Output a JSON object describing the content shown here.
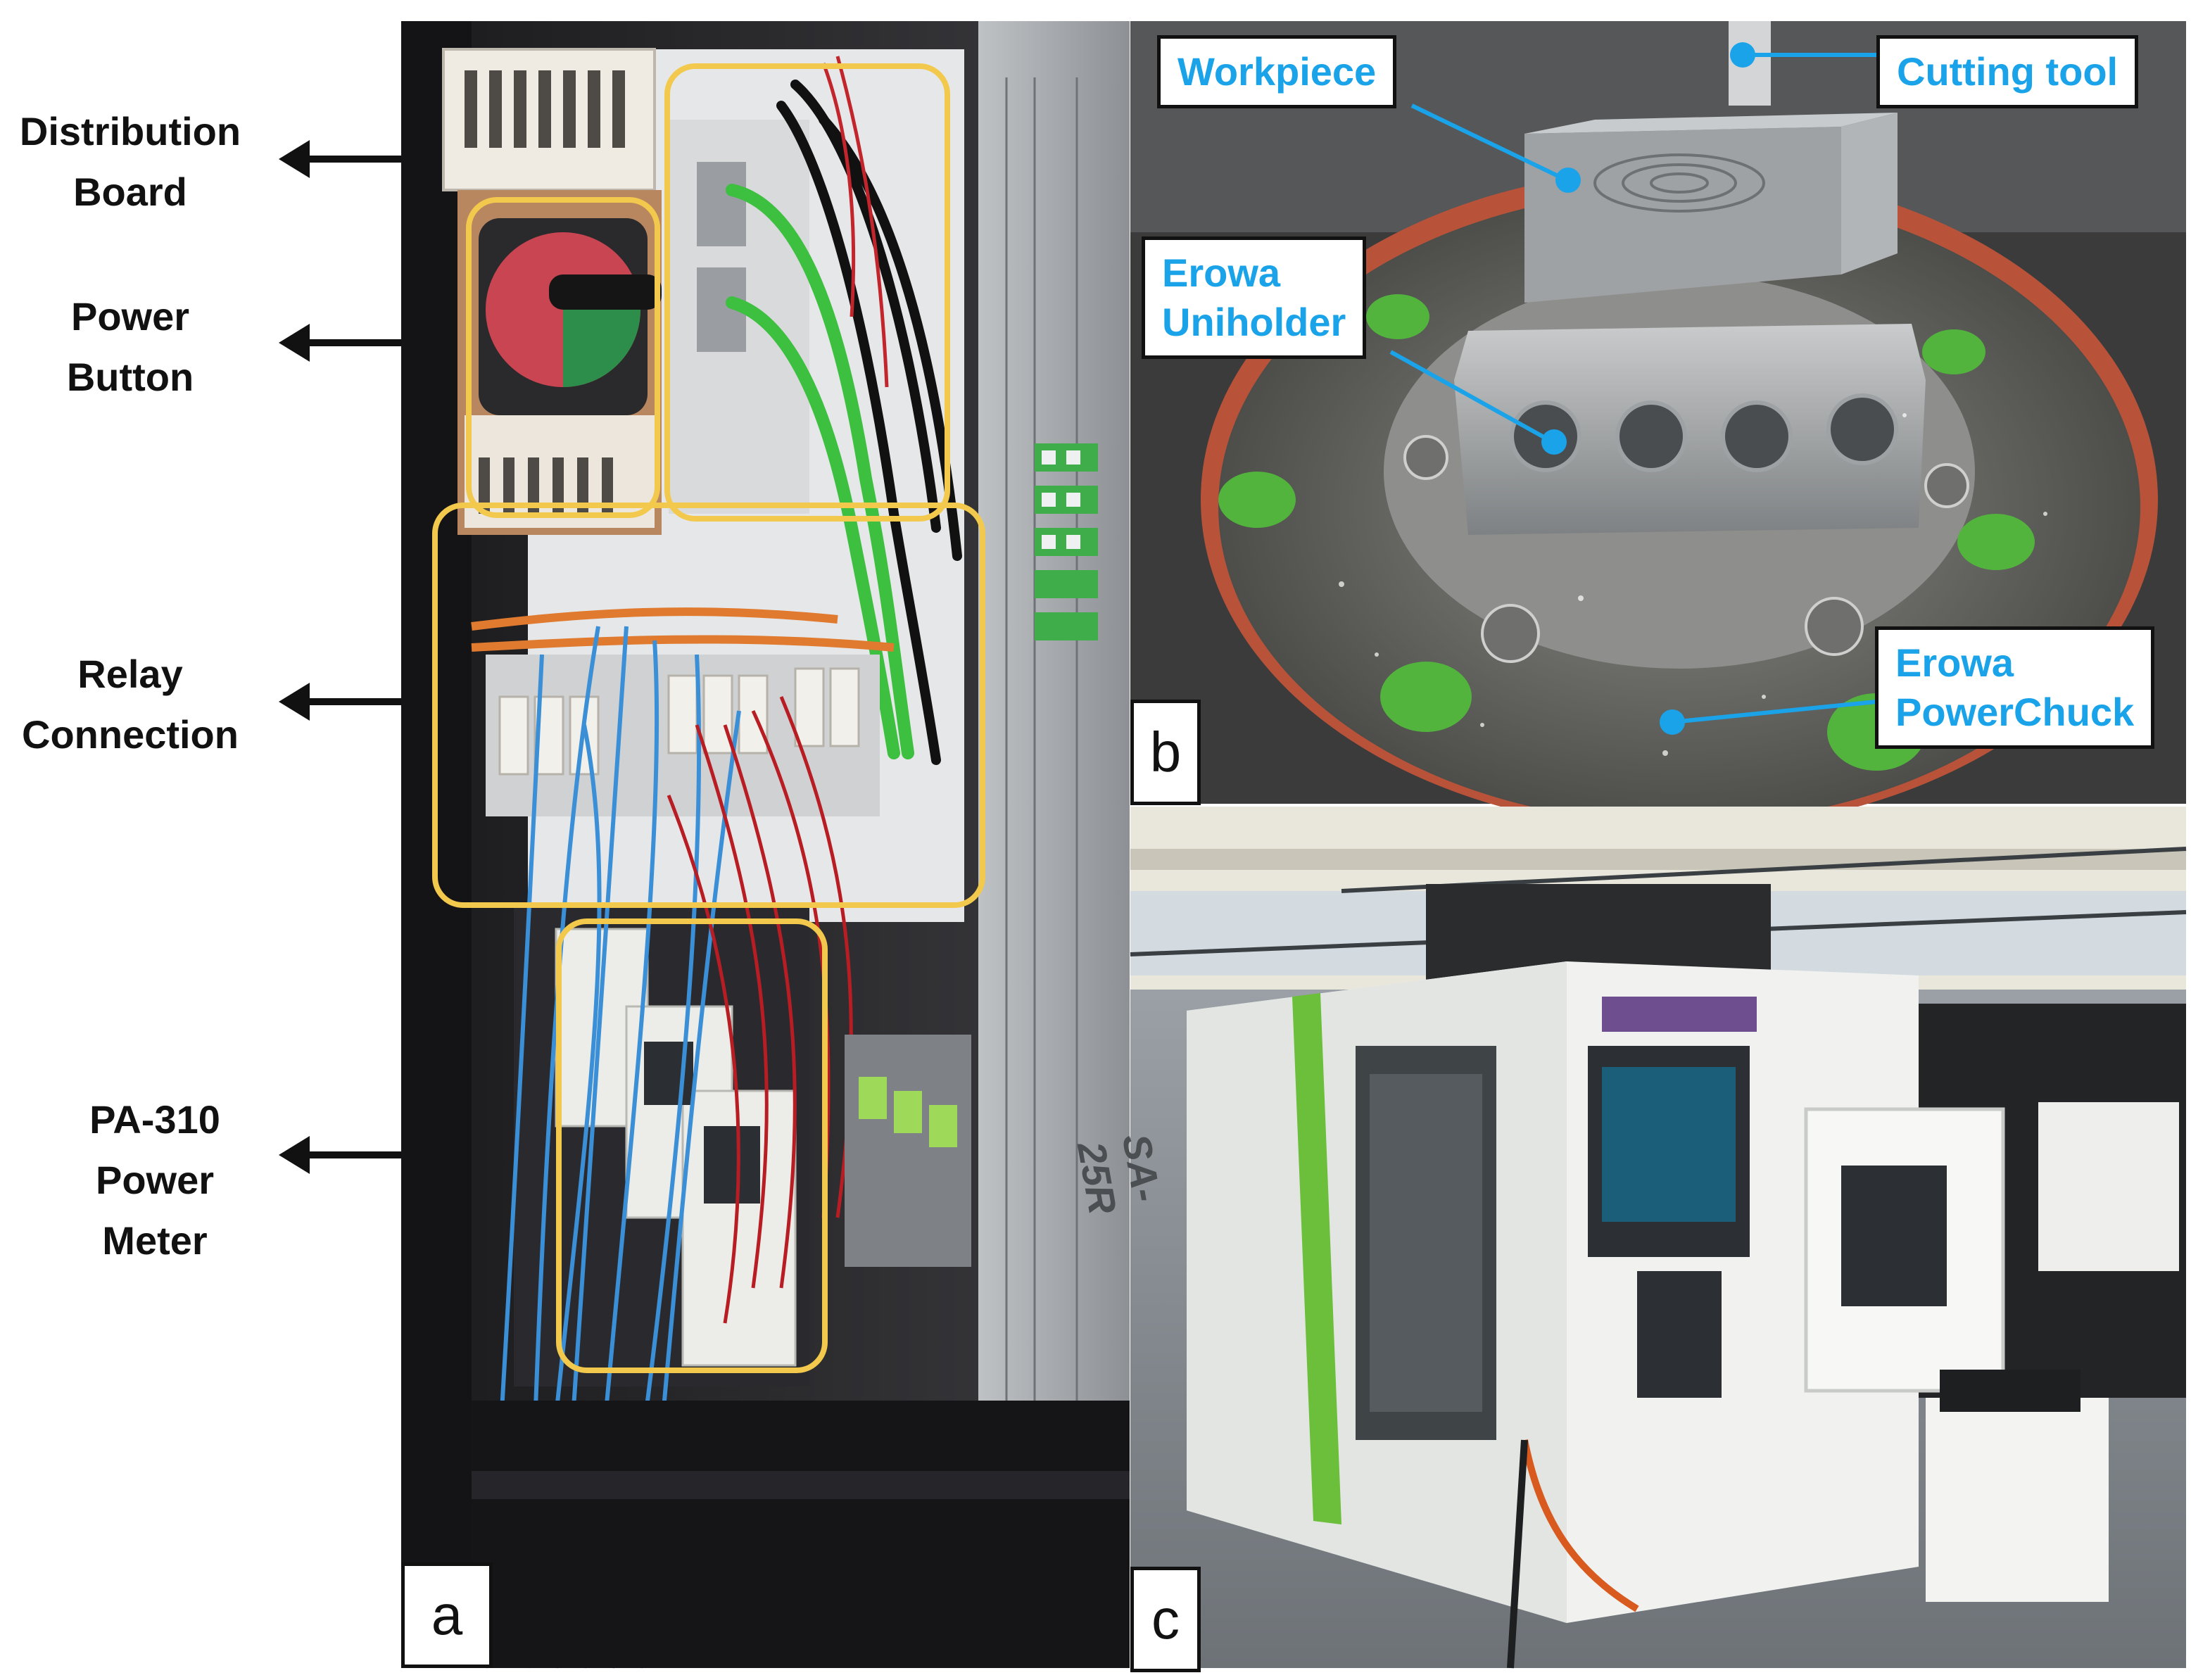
{
  "panel_a": {
    "label": "a",
    "callouts": [
      {
        "lines": [
          "Distribution",
          "Board"
        ]
      },
      {
        "lines": [
          "Power",
          "Button"
        ]
      },
      {
        "lines": [
          "Relay",
          "Connection"
        ]
      },
      {
        "lines": [
          "PA-310",
          "Power",
          "Meter"
        ]
      }
    ]
  },
  "panel_b": {
    "label": "b",
    "tags": [
      {
        "lines": [
          "Workpiece"
        ]
      },
      {
        "lines": [
          "Cutting tool"
        ]
      },
      {
        "lines": [
          "Erowa",
          "Uniholder"
        ]
      },
      {
        "lines": [
          "Erowa",
          "PowerChuck"
        ]
      }
    ]
  },
  "panel_c": {
    "label": "c",
    "machine_text": "SA-25R"
  },
  "colors": {
    "highlight_box": "#f2c94c",
    "tag_text": "#1aa3e8",
    "leader_line": "#1aa3e8",
    "arrow": "#111111"
  }
}
